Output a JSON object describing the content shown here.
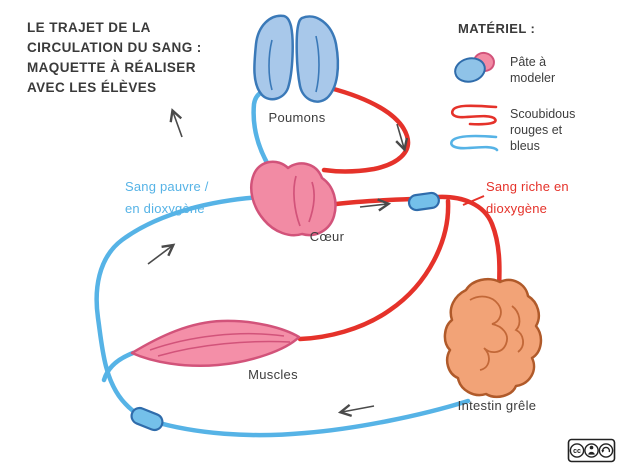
{
  "title": {
    "lines": [
      "LE TRAJET DE LA",
      "CIRCULATION DU SANG :",
      "MAQUETTE À RÉALISER",
      "AVEC LES ÉLÈVES"
    ]
  },
  "materials": {
    "heading": "MATÉRIEL :",
    "items": [
      {
        "icon": "clay-blobs-icon",
        "lines": [
          "Pâte à",
          "modeler"
        ]
      },
      {
        "icon": "scoubidou-lines-icon",
        "lines": [
          "Scoubidous",
          "rouges et",
          "bleus"
        ]
      }
    ]
  },
  "organs": {
    "lungs": {
      "label": "Poumons"
    },
    "heart": {
      "label": "Cœur"
    },
    "muscles": {
      "label": "Muscles"
    },
    "intestine": {
      "label": "Intestin grêle"
    }
  },
  "flow_labels": {
    "deoxygenated": {
      "lines": [
        "Sang pauvre /",
        "en dioxygène"
      ]
    },
    "oxygenated": {
      "lines": [
        "Sang riche en",
        "dioxygène"
      ]
    }
  },
  "license": {
    "icons": [
      "cc",
      "by",
      "sa"
    ]
  },
  "colors": {
    "blue_vessel": "#56b3e6",
    "red_vessel": "#e5322a",
    "lungs_fill": "#a8c8ea",
    "heart_fill": "#f28ba4",
    "muscle_fill": "#f48fa8",
    "intestine_fill": "#f2a377",
    "text": "#3a3a3a"
  }
}
